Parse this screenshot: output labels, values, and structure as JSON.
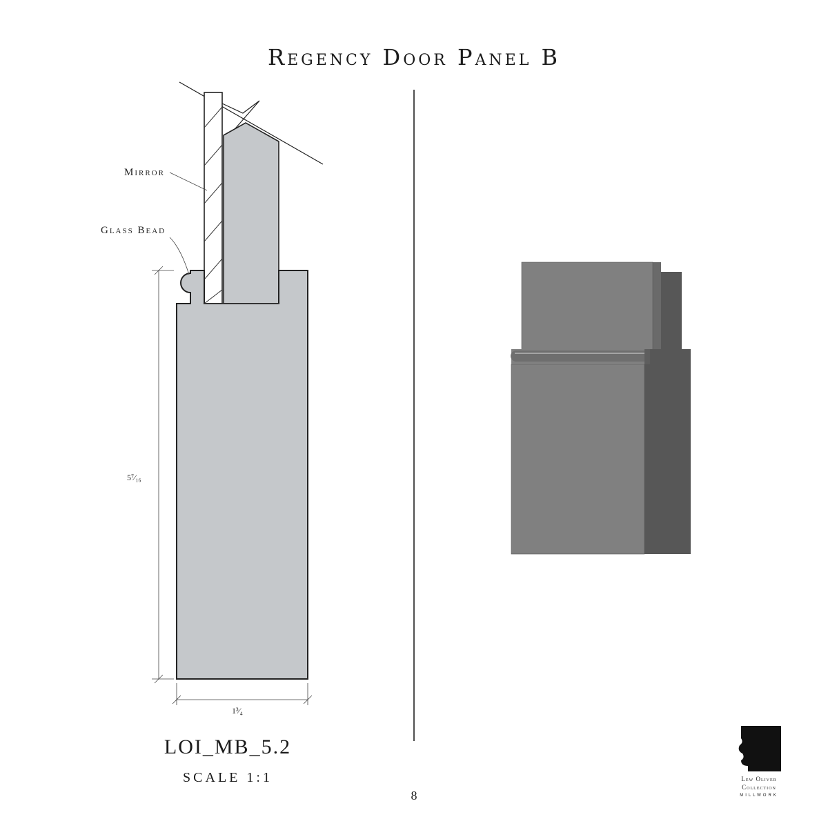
{
  "title": "Regency Door Panel B",
  "callouts": {
    "mirror": "Mirror",
    "glass_bead": "Glass Bead"
  },
  "dimensions": {
    "height_label": "5⁷⁄₁₆",
    "width_label": "1³⁄₄"
  },
  "part_number": "LOI_MB_5.2",
  "scale": "SCALE 1:1",
  "page_number": "8",
  "logo": {
    "line1": "Lew Oliver",
    "line2": "Collection",
    "line3": "MILLWORK"
  },
  "colors": {
    "profile_fill": "#c5c8cb",
    "render_face": "#808080",
    "render_side": "#575757",
    "render_bead": "#6e6e6e"
  }
}
